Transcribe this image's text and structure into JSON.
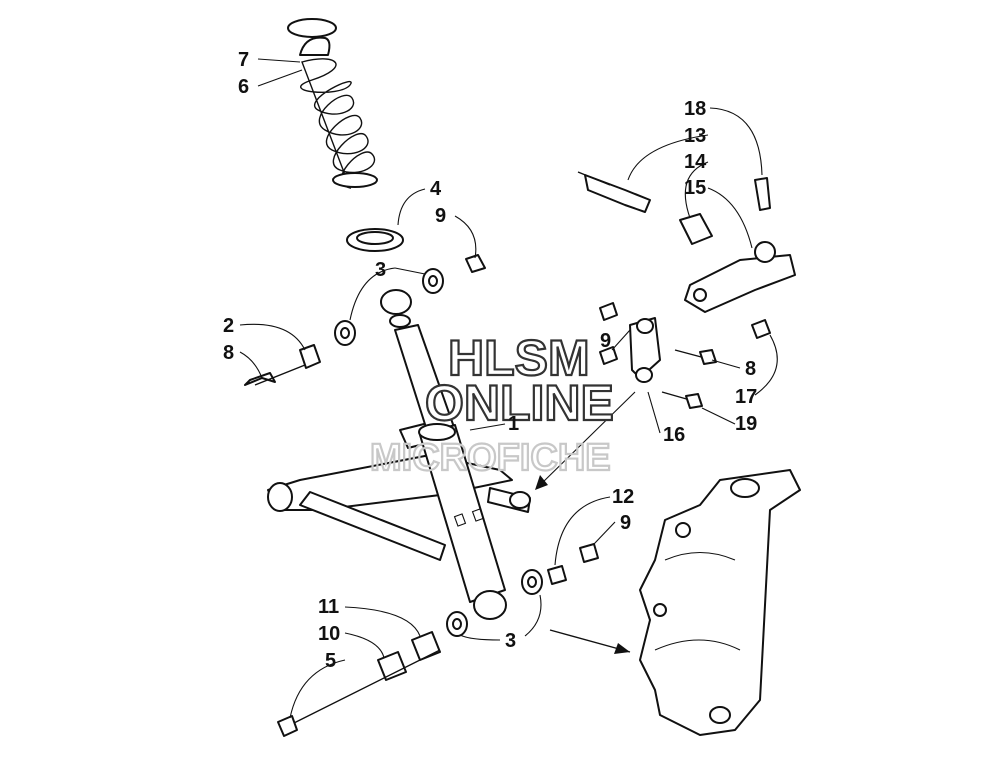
{
  "watermark": {
    "line1": "HLSM",
    "line2": "ONLINE",
    "line3": "MICROFICHE"
  },
  "callouts": {
    "c7": "7",
    "c6": "6",
    "c4": "4",
    "c9a": "9",
    "c3a": "3",
    "c2": "2",
    "c8a": "8",
    "c1": "1",
    "c18": "18",
    "c13": "13",
    "c14": "14",
    "c15": "15",
    "c9b": "9",
    "c8b": "8",
    "c17": "17",
    "c19": "19",
    "c16": "16",
    "c12": "12",
    "c9c": "9",
    "c11": "11",
    "c10": "10",
    "c5": "5",
    "c3b": "3"
  }
}
